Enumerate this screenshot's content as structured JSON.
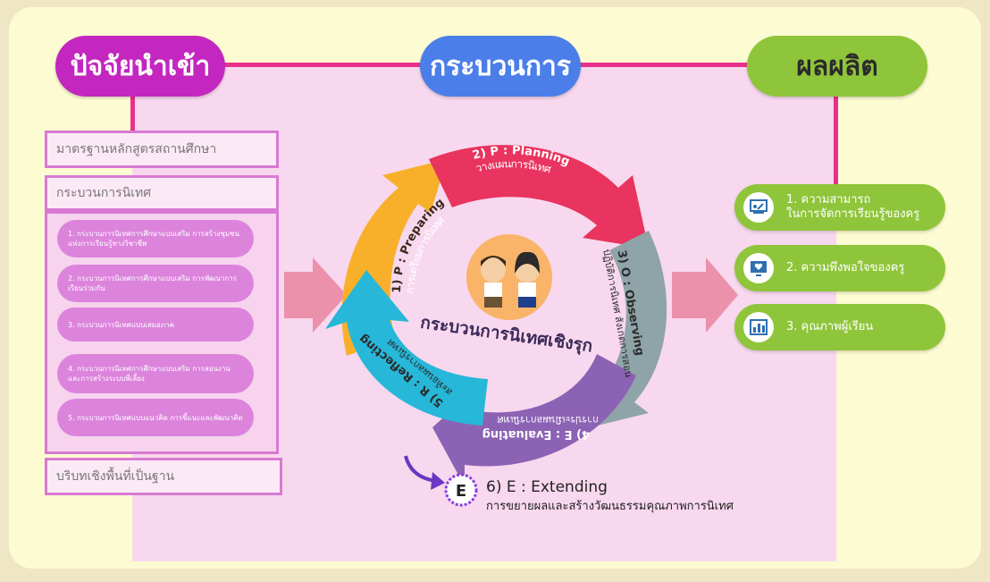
{
  "headers": {
    "input": "ปัจจัยนำเข้า",
    "process": "กระบวนการ",
    "output": "ผลผลิต"
  },
  "inputs": {
    "standard": "มาตรฐานหลักสูตรสถานศึกษา",
    "supervision": "กระบวนการนิเทศ",
    "context": "บริบทเชิงพื้นที่เป็นฐาน",
    "items": [
      "1. กระบวนการนิเทศการศึกษาแบบเสริม การสร้างชุมชนแห่งการเรียนรู้ทางวิชาชีพ",
      "2. กระบวนการนิเทศการศึกษาแบบเสริม การพัฒนาการเรียนร่วมกัน",
      "3. กระบวนการนิเทศแบบเสมอภาค",
      "4. กระบวนการนิเทศการศึกษาแบบเสริม การสอนงานและการสร้างระบบพี่เลี้ยง",
      "5. กระบวนการนิเทศแบบแนวคิด การชี้แนะและพัฒนาคิด"
    ]
  },
  "cycle": {
    "center_title": "กระบวนการนิเทศเชิงรุก",
    "steps": [
      {
        "code": "1) P : Preparing",
        "thai": "การเตรียมการนิเทศ",
        "color": "#f8b02a"
      },
      {
        "code": "2) P : Planning",
        "thai": "วางแผนการนิเทศ",
        "color": "#e8345e"
      },
      {
        "code": "3) O : Observing",
        "thai": "ปฏิบัติการนิเทศ สังเกตการสอน",
        "color": "#8fa4a8"
      },
      {
        "code": "4) E : Evaluating",
        "thai": "การประเมินผลการนิเทศ",
        "color": "#8c62b4"
      },
      {
        "code": "5) R : Reflecting",
        "thai": "สะท้อนผลการนิเทศ",
        "color": "#27b7d8"
      }
    ],
    "extending_code": "6) E : Extending",
    "extending_thai": "การขยายผลและสร้างวัฒนธรรมคุณภาพการนิเทศ",
    "extending_badge": "E"
  },
  "outputs": [
    {
      "text_line1": "1. ความสามารถ",
      "text_line2": "ในการจัดการเรียนรู้ของครู",
      "icon": "teaching-icon"
    },
    {
      "text_line1": "2. ความพึงพอใจของครู",
      "text_line2": "",
      "icon": "heart-screen-icon"
    },
    {
      "text_line1": "3. คุณภาพผู้เรียน",
      "text_line2": "",
      "icon": "bar-chart-icon"
    }
  ]
}
